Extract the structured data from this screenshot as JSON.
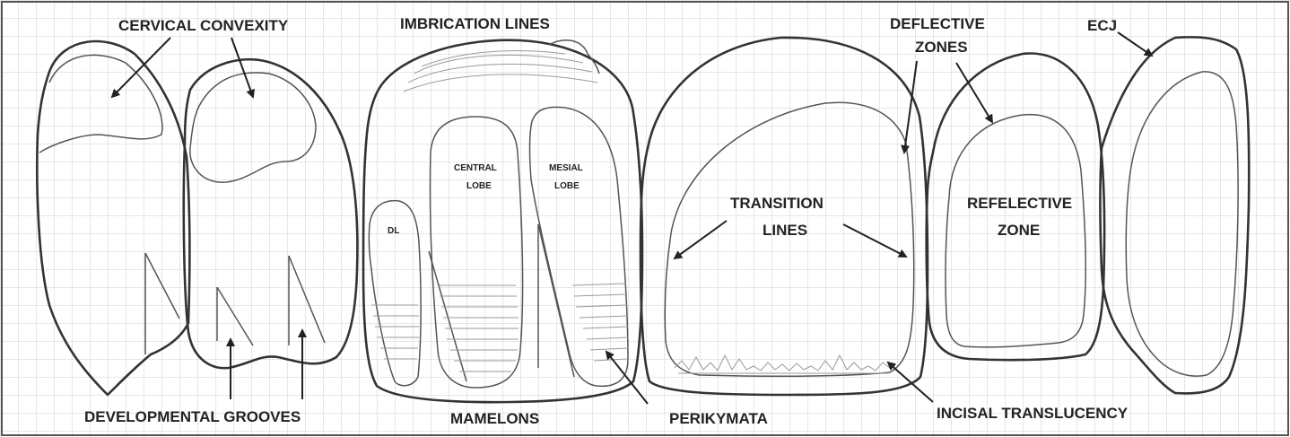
{
  "labels": {
    "cervical_convexity": "CERVICAL CONVEXITY",
    "imbrication_lines": "IMBRICATION LINES",
    "deflective_zones_1": "DEFLECTIVE",
    "deflective_zones_2": "ZONES",
    "ecj": "ECJ",
    "central_lobe_1": "CENTRAL",
    "central_lobe_2": "LOBE",
    "mesial_lobe_1": "MESIAL",
    "mesial_lobe_2": "LOBE",
    "dl": "DL",
    "transition_lines_1": "TRANSITION",
    "transition_lines_2": "LINES",
    "reflective_zone_1": "REFELECTIVE",
    "reflective_zone_2": "ZONE",
    "developmental_grooves": "DEVELOPMENTAL GROOVES",
    "mamelons": "MAMELONS",
    "perikymata": "PERIKYMATA",
    "incisal_translucency": "INCISAL TRANSLUCENCY"
  }
}
